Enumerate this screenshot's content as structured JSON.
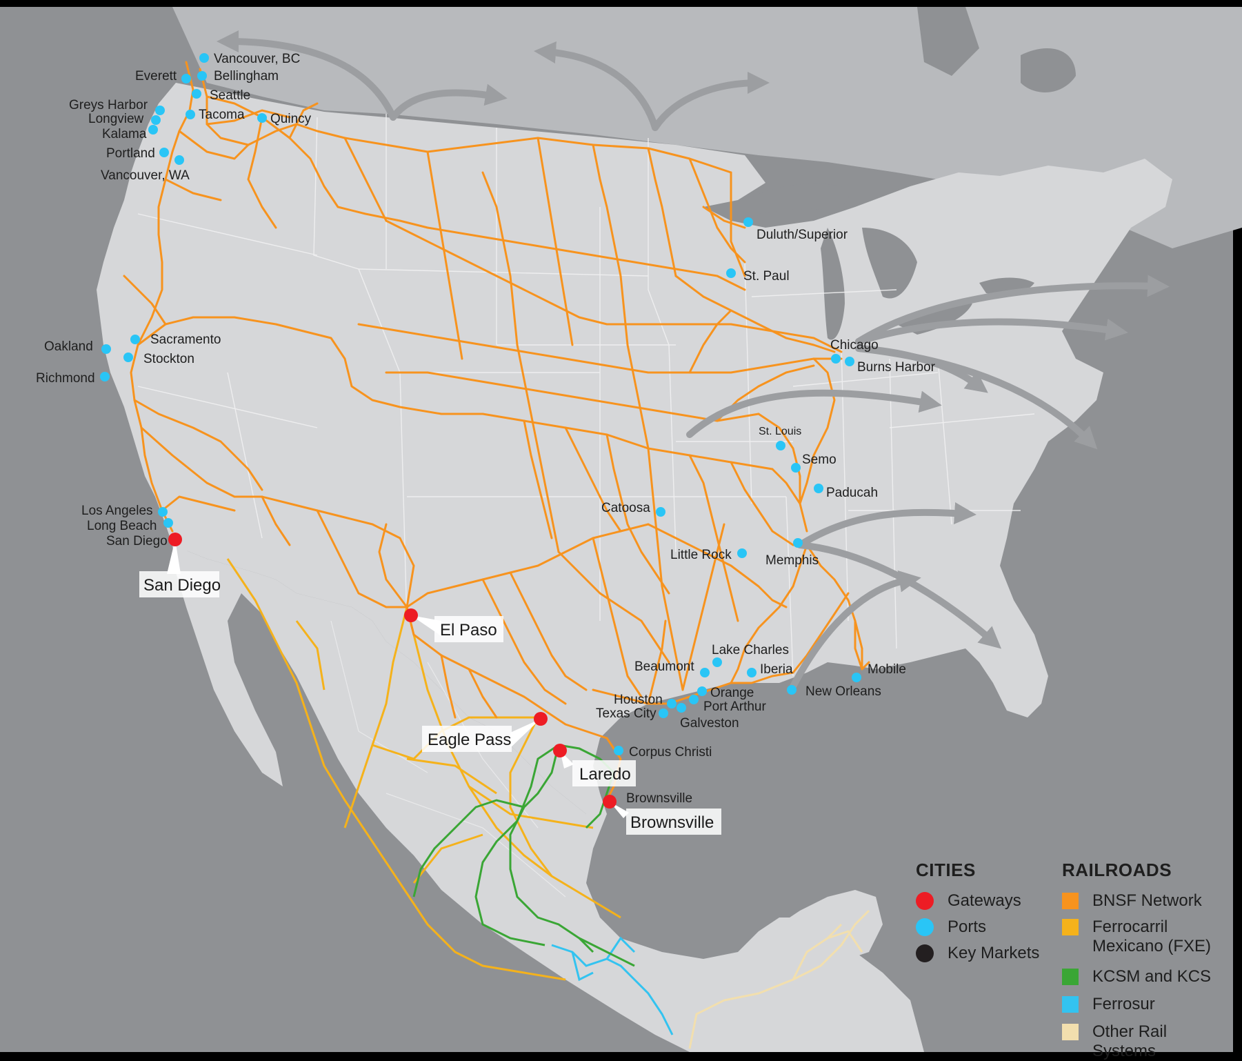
{
  "colors": {
    "background": "#8f9194",
    "land": "#d6d7d9",
    "water": "#8f9194",
    "bnsf": "#f7931e",
    "fxe": "#f5b21b",
    "kcsm": "#3aa635",
    "ferrosur": "#33c3f0",
    "other": "#f2dfae",
    "gateway": "#ed1c24",
    "port": "#29c5f6",
    "market": "#231f20",
    "arrow": "#9c9ea1"
  },
  "ports": [
    {
      "name": "Vancouver, BC"
    },
    {
      "name": "Everett"
    },
    {
      "name": "Bellingham"
    },
    {
      "name": "Seattle"
    },
    {
      "name": "Greys Harbor"
    },
    {
      "name": "Longview"
    },
    {
      "name": "Kalama"
    },
    {
      "name": "Tacoma"
    },
    {
      "name": "Quincy"
    },
    {
      "name": "Portland"
    },
    {
      "name": "Vancouver, WA"
    },
    {
      "name": "Duluth/Superior"
    },
    {
      "name": "St. Paul"
    },
    {
      "name": "Oakland"
    },
    {
      "name": "Sacramento"
    },
    {
      "name": "Stockton"
    },
    {
      "name": "Richmond"
    },
    {
      "name": "Chicago"
    },
    {
      "name": "Burns Harbor"
    },
    {
      "name": "St. Louis"
    },
    {
      "name": "Semo"
    },
    {
      "name": "Paducah"
    },
    {
      "name": "Catoosa"
    },
    {
      "name": "Los Angeles"
    },
    {
      "name": "Long Beach"
    },
    {
      "name": "Little Rock"
    },
    {
      "name": "Memphis"
    },
    {
      "name": "Lake Charles"
    },
    {
      "name": "Beaumont"
    },
    {
      "name": "Iberia"
    },
    {
      "name": "Mobile"
    },
    {
      "name": "New Orleans"
    },
    {
      "name": "Orange"
    },
    {
      "name": "Houston"
    },
    {
      "name": "Port Arthur"
    },
    {
      "name": "Texas City"
    },
    {
      "name": "Galveston"
    },
    {
      "name": "Corpus Christi"
    },
    {
      "name": "Brownsville"
    }
  ],
  "gateways": [
    {
      "small_label": "San Diego",
      "box_label": "San Diego"
    },
    {
      "box_label": "El Paso"
    },
    {
      "box_label": "Eagle Pass"
    },
    {
      "box_label": "Laredo"
    },
    {
      "box_label": "Brownsville"
    }
  ],
  "legend": {
    "cities": {
      "heading": "CITIES",
      "items": [
        {
          "label": "Gateways",
          "color": "#ed1c24"
        },
        {
          "label": "Ports",
          "color": "#29c5f6"
        },
        {
          "label": "Key Markets",
          "color": "#231f20"
        }
      ]
    },
    "railroads": {
      "heading": "RAILROADS",
      "items": [
        {
          "label": "BNSF Network",
          "color": "#f7931e"
        },
        {
          "label": "Ferrocarril\nMexicano (FXE)",
          "color": "#f5b21b"
        },
        {
          "label": "KCSM and KCS",
          "color": "#3aa635"
        },
        {
          "label": "Ferrosur",
          "color": "#33c3f0"
        },
        {
          "label": "Other Rail Systems",
          "color": "#f2dfae"
        }
      ]
    }
  }
}
